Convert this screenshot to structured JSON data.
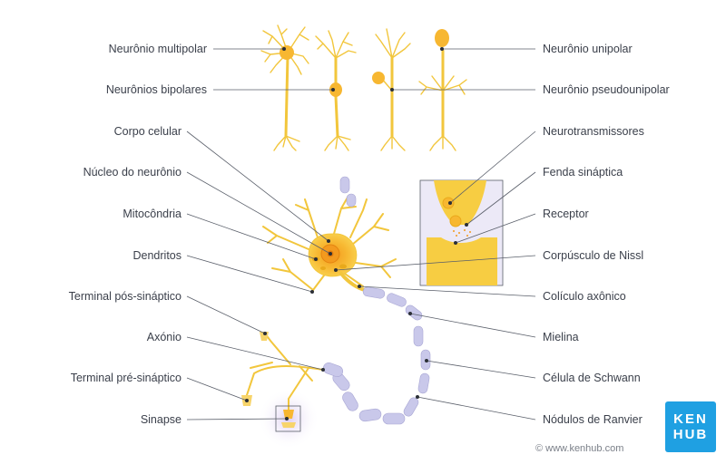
{
  "labels_left": [
    "Neurônio multipolar",
    "Neurônios bipolares",
    "Corpo celular",
    "Núcleo do neurônio",
    "Mitocôndria",
    "Dendritos",
    "Terminal pós-sináptico",
    "Axónio",
    "Terminal pré-sináptico",
    "Sinapse"
  ],
  "labels_right": [
    "Neurônio unipolar",
    "Neurônio pseudounipolar",
    "Neurotransmissores",
    "Fenda sináptica",
    "Receptor",
    "Corpúsculo de Nissl",
    "Colículo axônico",
    "Mielina",
    "Célula de Schwann",
    "Nódulos de Ranvier"
  ],
  "logo": {
    "line1": "KEN",
    "line2": "HUB"
  },
  "copyright": "© www.kenhub.com",
  "colors": {
    "neuron": "#f2c63c",
    "neuron_dark": "#e9a91b",
    "soma": "#f7b731",
    "myelin": "#c9c8ea",
    "myelin_edge": "#a9a7d4",
    "synapse_glow": "#e6ddf5",
    "inset_bg": "#ece9f7",
    "brand": "#1fa0e2"
  },
  "icons": [
    "kenhub-logo"
  ]
}
